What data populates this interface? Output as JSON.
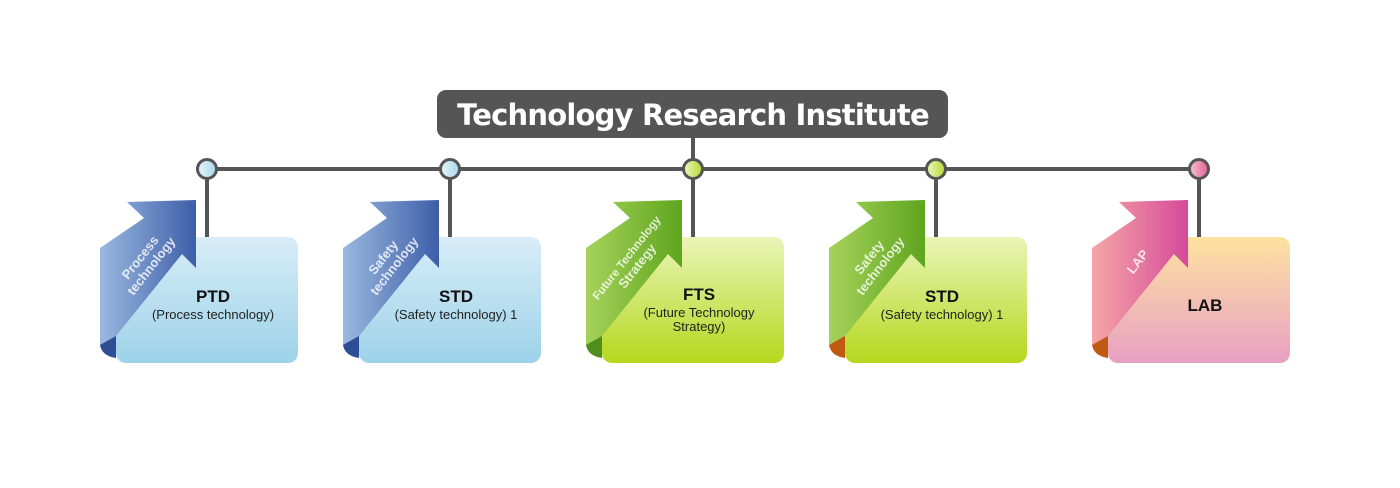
{
  "title": "Technology Research Institute",
  "colors": {
    "line": "#555555",
    "title_bg": "#555555"
  },
  "units": [
    {
      "arrow_lines": [
        "Process",
        "technology"
      ],
      "code": "PTD",
      "sub_lines": [
        "(Process technology)"
      ],
      "theme": "blue"
    },
    {
      "arrow_lines": [
        "Safety",
        "technology"
      ],
      "code": "STD",
      "sub_lines": [
        "(Safety technology) 1"
      ],
      "theme": "blue"
    },
    {
      "arrow_lines": [
        "Future Technology",
        "Strategy"
      ],
      "code": "FTS",
      "sub_lines": [
        "(Future Technology",
        "Strategy)"
      ],
      "theme": "green"
    },
    {
      "arrow_lines": [
        "Safety",
        "technology"
      ],
      "code": "STD",
      "sub_lines": [
        "(Safety technology) 1"
      ],
      "theme": "green2"
    },
    {
      "arrow_lines": [
        "LAP"
      ],
      "code": "LAB",
      "sub_lines": [],
      "theme": "pink"
    }
  ]
}
